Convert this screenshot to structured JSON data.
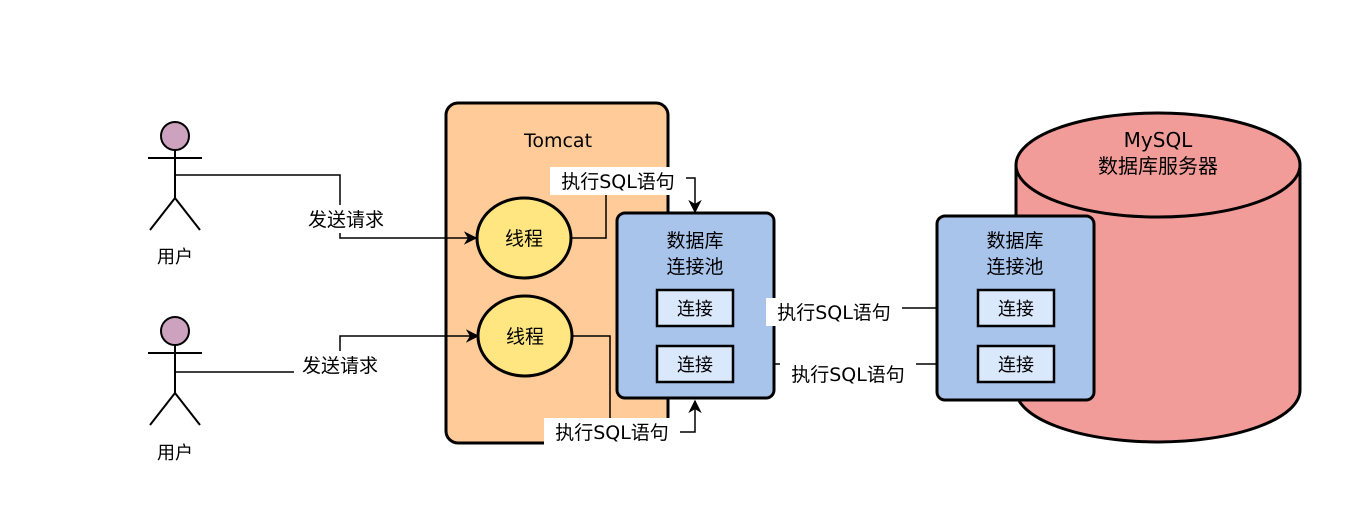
{
  "users": [
    {
      "label": "用户"
    },
    {
      "label": "用户"
    }
  ],
  "tomcat": {
    "title": "Tomcat"
  },
  "threads": [
    {
      "label": "线程"
    },
    {
      "label": "线程"
    }
  ],
  "edges": {
    "request_1": "发送请求",
    "request_2": "发送请求",
    "exec_top": "执行SQL语句",
    "exec_bottom": "执行SQL语句",
    "exec_conn_1": "执行SQL语句",
    "exec_conn_2": "执行SQL语句"
  },
  "app_pool": {
    "title_line1": "数据库",
    "title_line2": "连接池",
    "connections": [
      "连接",
      "连接"
    ]
  },
  "mysql": {
    "title_line1": "MySQL",
    "title_line2": "数据库服务器",
    "pool": {
      "title_line1": "数据库",
      "title_line2": "连接池",
      "connections": [
        "连接",
        "连接"
      ]
    }
  },
  "colors": {
    "tomcat_fill": "#ffcc99",
    "thread_fill": "#ffe680",
    "pool_fill": "#a9c4eb",
    "conn_fill": "#dae8fc",
    "mysql_fill": "#f19c99",
    "user_head": "#cda2be",
    "stroke": "#000000"
  }
}
